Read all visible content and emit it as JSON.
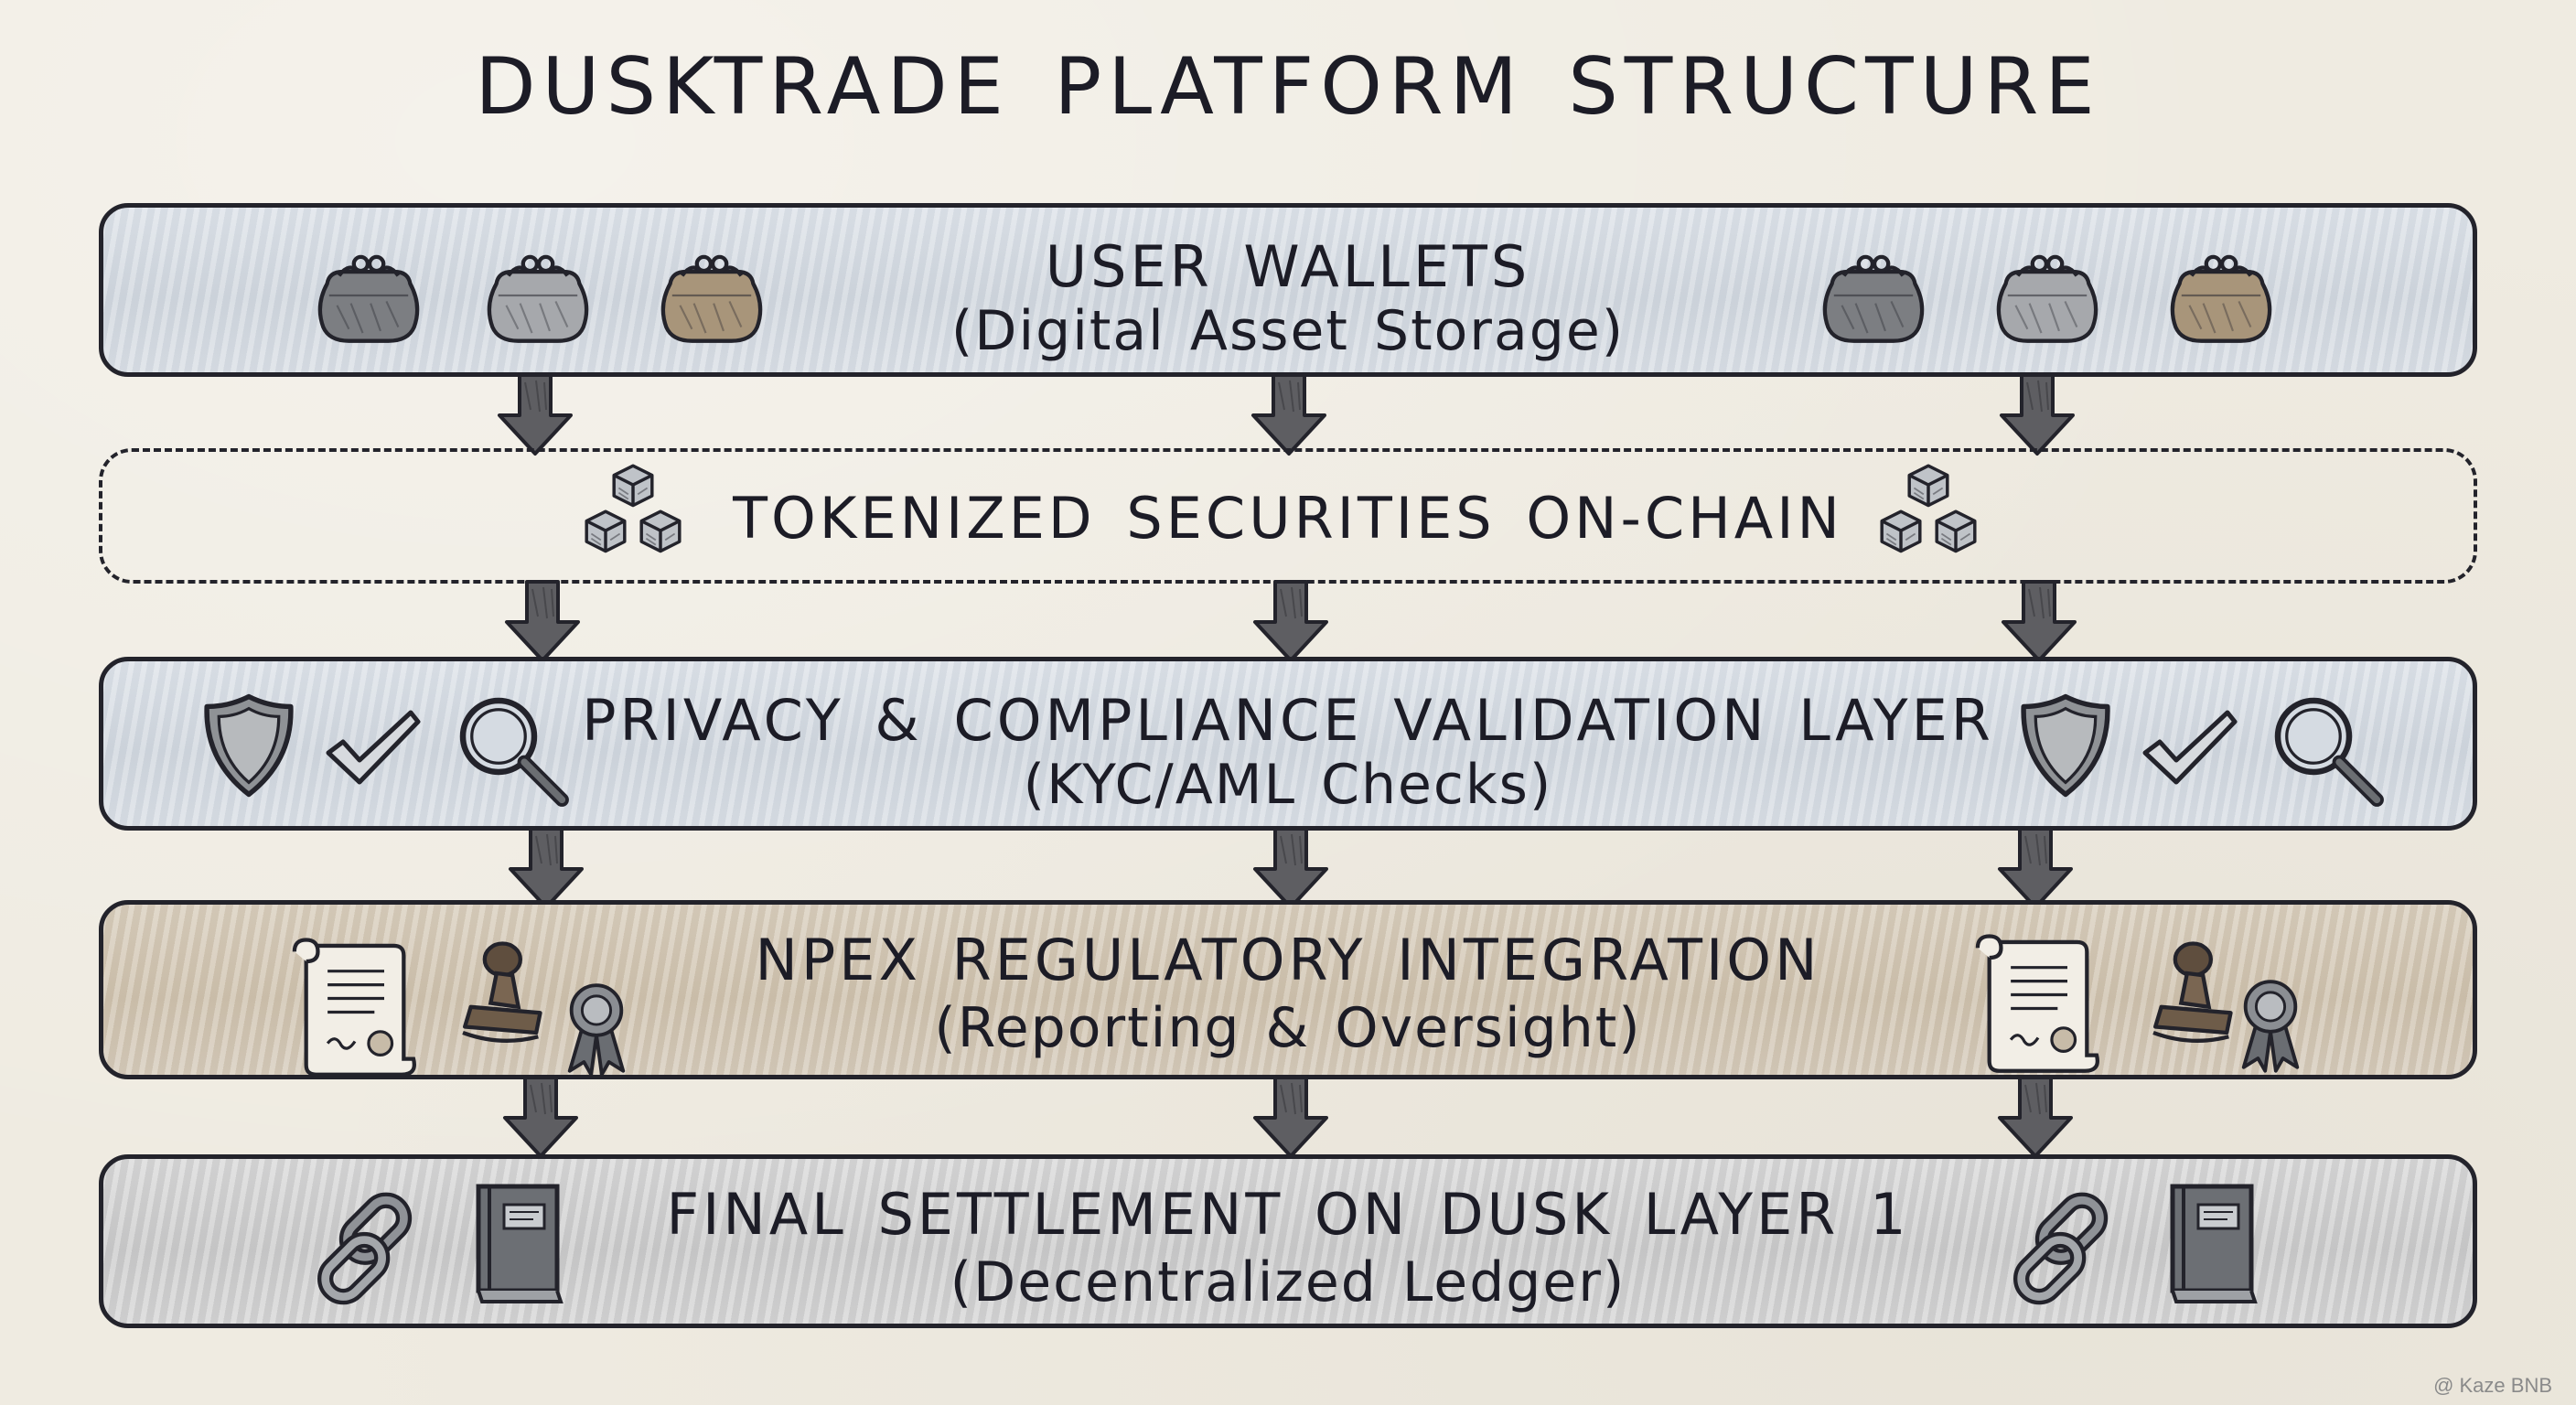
{
  "title": "DUSKTRADE PLATFORM STRUCTURE",
  "layers": [
    {
      "name": "USER WALLETS",
      "detail": "(Digital Asset Storage)",
      "icons": [
        "wallet-icon",
        "wallet-icon",
        "wallet-icon"
      ]
    },
    {
      "name": "TOKENIZED SECURITIES ON-CHAIN",
      "detail": "",
      "icons": [
        "blocks-icon"
      ]
    },
    {
      "name": "PRIVACY & COMPLIANCE VALIDATION LAYER",
      "detail": "(KYC/AML Checks)",
      "icons": [
        "shield-icon",
        "checkmark-icon",
        "magnifier-icon"
      ]
    },
    {
      "name": "NPEX REGULATORY INTEGRATION",
      "detail": "(Reporting & Oversight)",
      "icons": [
        "certificate-scroll-icon",
        "stamp-icon",
        "award-ribbon-icon"
      ]
    },
    {
      "name": "FINAL SETTLEMENT ON DUSK LAYER 1",
      "detail": "(Decentralized Ledger)",
      "icons": [
        "chain-link-icon",
        "ledger-book-icon"
      ]
    }
  ],
  "colors": {
    "ink": "#23232b",
    "blue_band": "#d6dce3",
    "tan_band": "#d3c8b6",
    "grey_band": "#d3d3d3",
    "arrow": "#5e5e62",
    "paper": "#efebe1"
  },
  "watermark": "@ Kaze BNB"
}
